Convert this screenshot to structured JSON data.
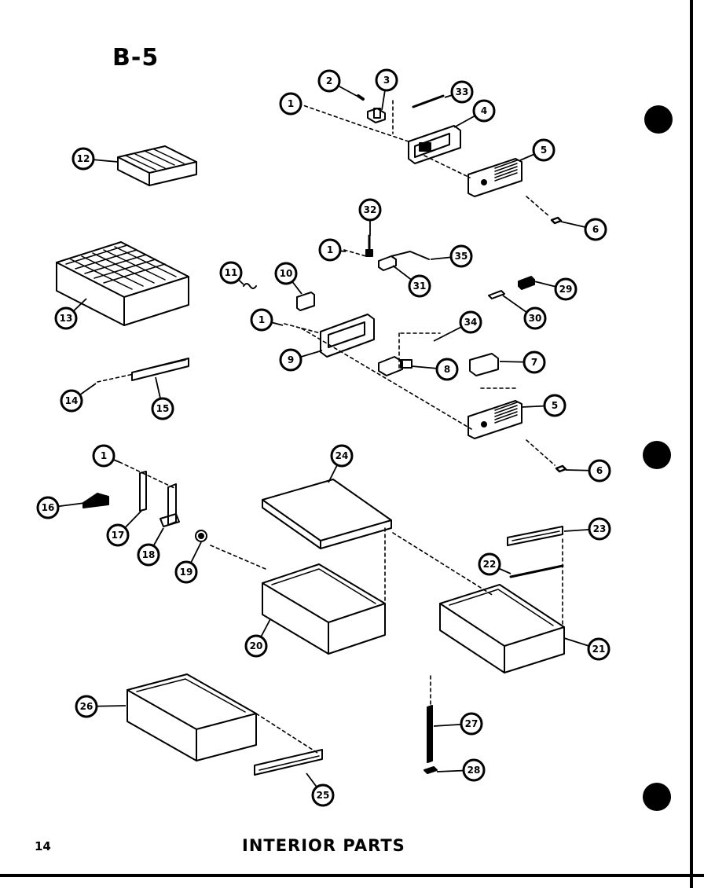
{
  "section_code": "B-5",
  "page_number": "14",
  "page_title": "INTERIOR PARTS",
  "colors": {
    "ink": "#000000",
    "paper": "#ffffff"
  },
  "callouts": [
    "1",
    "2",
    "3",
    "33",
    "4",
    "5",
    "6",
    "12",
    "32",
    "1",
    "35",
    "31",
    "11",
    "10",
    "29",
    "30",
    "13",
    "1",
    "34",
    "9",
    "8",
    "7",
    "14",
    "15",
    "5",
    "6",
    "1",
    "24",
    "16",
    "17",
    "18",
    "19",
    "23",
    "22",
    "20",
    "21",
    "26",
    "27",
    "28",
    "25"
  ]
}
